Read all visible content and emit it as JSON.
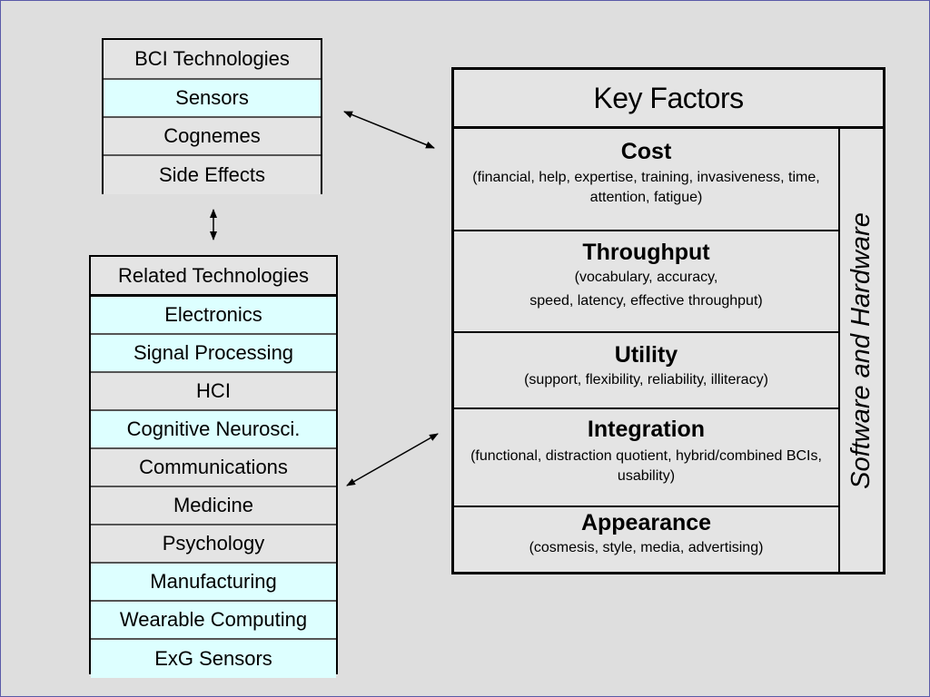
{
  "bci": {
    "items": [
      {
        "label": "BCI Technologies",
        "fill": "grey"
      },
      {
        "label": "Sensors",
        "fill": "cyan"
      },
      {
        "label": "Cognemes",
        "fill": "grey"
      },
      {
        "label": "Side Effects",
        "fill": "grey"
      }
    ]
  },
  "related": {
    "header": "Related Technologies",
    "items": [
      {
        "label": "Electronics",
        "fill": "cyan"
      },
      {
        "label": "Signal Processing",
        "fill": "cyan"
      },
      {
        "label": "HCI",
        "fill": "grey"
      },
      {
        "label": "Cognitive Neurosci.",
        "fill": "cyan"
      },
      {
        "label": "Communications",
        "fill": "grey"
      },
      {
        "label": "Medicine",
        "fill": "grey"
      },
      {
        "label": "Psychology",
        "fill": "grey"
      },
      {
        "label": "Manufacturing",
        "fill": "cyan"
      },
      {
        "label": "Wearable Computing",
        "fill": "cyan"
      },
      {
        "label": "ExG Sensors",
        "fill": "cyan"
      }
    ]
  },
  "key_factors": {
    "title": "Key Factors",
    "side_label": "Software and Hardware",
    "factors": [
      {
        "name": "Cost",
        "desc": [
          "(financial, help, expertise, training, invasiveness, time, attention, fatigue)"
        ]
      },
      {
        "name": "Throughput",
        "desc": [
          "(vocabulary, accuracy,",
          "speed, latency, effective throughput)"
        ]
      },
      {
        "name": "Utility",
        "desc": [
          "(support, flexibility, reliability, illiteracy)"
        ]
      },
      {
        "name": "Integration",
        "desc": [
          "(functional, distraction quotient, hybrid/combined BCIs, usability)"
        ]
      },
      {
        "name": "Appearance",
        "desc": [
          "(cosmesis, style, media, advertising)"
        ]
      }
    ]
  }
}
